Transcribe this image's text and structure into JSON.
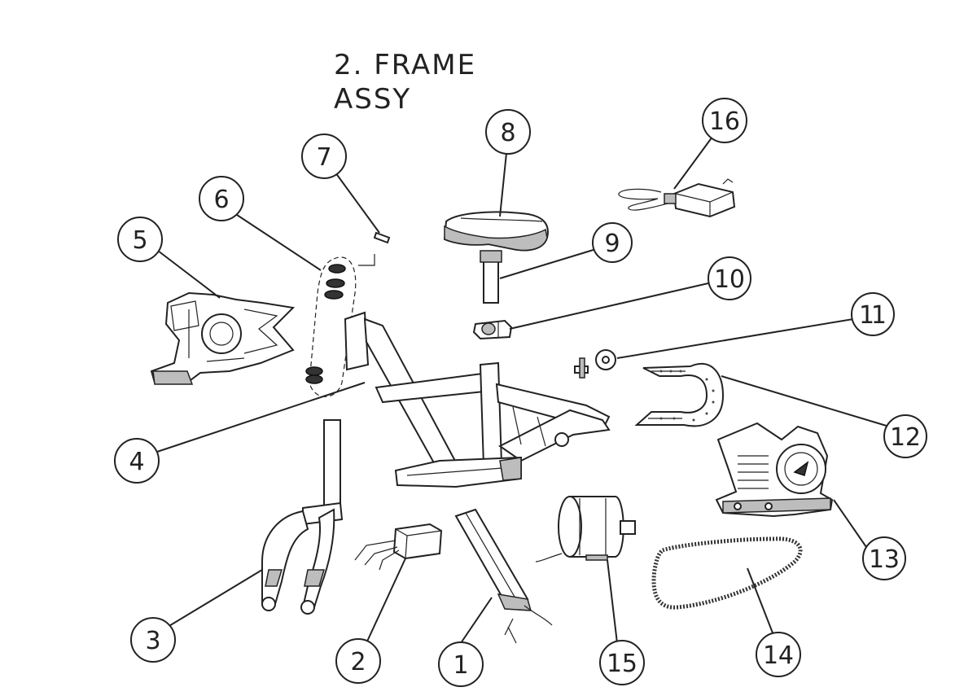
{
  "title": {
    "line1": "2. FRAME",
    "line2": "ASSY"
  },
  "callouts": [
    {
      "id": "c1",
      "label": "1"
    },
    {
      "id": "c2",
      "label": "2"
    },
    {
      "id": "c3",
      "label": "3"
    },
    {
      "id": "c4",
      "label": "4"
    },
    {
      "id": "c5",
      "label": "5"
    },
    {
      "id": "c6",
      "label": "6"
    },
    {
      "id": "c7",
      "label": "7"
    },
    {
      "id": "c8",
      "label": "8"
    },
    {
      "id": "c9",
      "label": "9"
    },
    {
      "id": "c10",
      "label": "10"
    },
    {
      "id": "c11",
      "label": "11"
    },
    {
      "id": "c12",
      "label": "12"
    },
    {
      "id": "c13",
      "label": "13"
    },
    {
      "id": "c14",
      "label": "14"
    },
    {
      "id": "c15",
      "label": "15"
    },
    {
      "id": "c16",
      "label": "16"
    }
  ],
  "parts": [
    {
      "label": "1",
      "icon": "battery-pack"
    },
    {
      "label": "2",
      "icon": "controller-box"
    },
    {
      "label": "3",
      "icon": "front-fork"
    },
    {
      "label": "4",
      "icon": "main-frame"
    },
    {
      "label": "5",
      "icon": "rear-cover"
    },
    {
      "label": "6",
      "icon": "bearing-set"
    },
    {
      "label": "7",
      "icon": "pin"
    },
    {
      "label": "8",
      "icon": "seat"
    },
    {
      "label": "9",
      "icon": "seat-post"
    },
    {
      "label": "10",
      "icon": "seat-clamp"
    },
    {
      "label": "11",
      "icon": "axle-washer"
    },
    {
      "label": "12",
      "icon": "chain-guard"
    },
    {
      "label": "13",
      "icon": "engine-cover"
    },
    {
      "label": "14",
      "icon": "chain"
    },
    {
      "label": "15",
      "icon": "motor"
    },
    {
      "label": "16",
      "icon": "charger"
    }
  ]
}
